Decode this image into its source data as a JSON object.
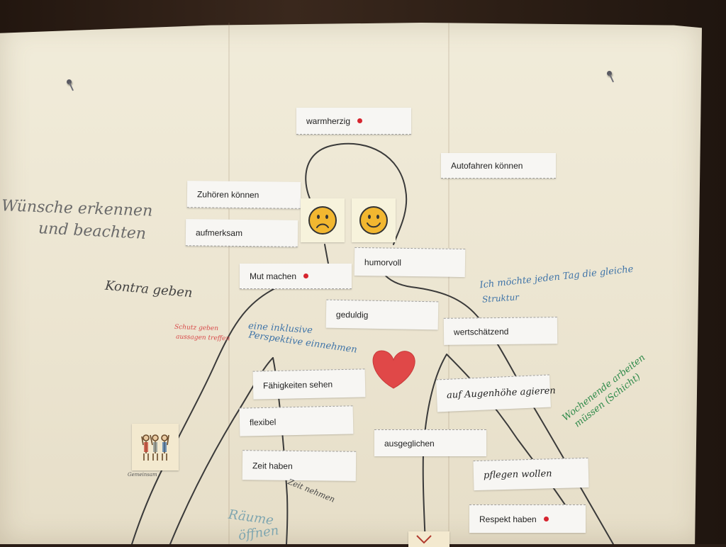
{
  "strips": [
    {
      "id": "warmherzig",
      "text": "warmherzig",
      "dot": true
    },
    {
      "id": "autofahren",
      "text": "Autofahren können",
      "dot": false
    },
    {
      "id": "zuhoeren",
      "text": "Zuhören können",
      "dot": false
    },
    {
      "id": "aufmerksam",
      "text": "aufmerksam",
      "dot": false
    },
    {
      "id": "humorvoll",
      "text": "humorvoll",
      "dot": false
    },
    {
      "id": "mut",
      "text": "Mut machen",
      "dot": true
    },
    {
      "id": "geduldig",
      "text": "geduldig",
      "dot": false
    },
    {
      "id": "wertschaetzend",
      "text": "wertschätzend",
      "dot": false
    },
    {
      "id": "faehigkeiten",
      "text": "Fähigkeiten sehen",
      "dot": false
    },
    {
      "id": "augenhoehe",
      "text": "auf Augenhöhe agieren",
      "dot": false
    },
    {
      "id": "flexibel",
      "text": "flexibel",
      "dot": false
    },
    {
      "id": "ausgeglichen",
      "text": "ausgeglichen",
      "dot": false
    },
    {
      "id": "zeit",
      "text": "Zeit haben",
      "dot": false
    },
    {
      "id": "pflegen",
      "text": "pflegen wollen",
      "dot": false
    },
    {
      "id": "respekt",
      "text": "Respekt haben",
      "dot": true
    }
  ],
  "handwriting": {
    "wuensche_line1": "Wünsche erkennen",
    "wuensche_line2": "und beachten",
    "kontra": "Kontra geben",
    "schutz_line1": "Schutz geben",
    "schutz_line2": "aussagen treffen",
    "inklusive_line1": "eine inklusive",
    "inklusive_line2": "Perspektive einnehmen",
    "jeden_tag_line1": "Ich möchte jeden Tag die gleiche",
    "jeden_tag_line2": "Struktur",
    "wochenende_line1": "Wochenende arbeiten",
    "wochenende_line2": "müssen (Schicht)",
    "zeit_nehmen": "Zeit nehmen",
    "raeume_line1": "Räume",
    "raeume_line2": "öffnen",
    "card_caption": "Gemeinsam"
  },
  "colors": {
    "dot": "#d6252f",
    "heart": "#e04848",
    "smiley_face": "#f2b730",
    "pencil": "#3a3a3a",
    "blue_ink": "#3f74a8",
    "green_ink": "#2f8a4a",
    "red_ink": "#d84a4a",
    "teal_ink": "#7fa6b0"
  },
  "icons": {
    "sad": "sad-face-icon",
    "happy": "happy-face-icon",
    "heart": "heart-icon",
    "people_card": "people-card-icon"
  }
}
